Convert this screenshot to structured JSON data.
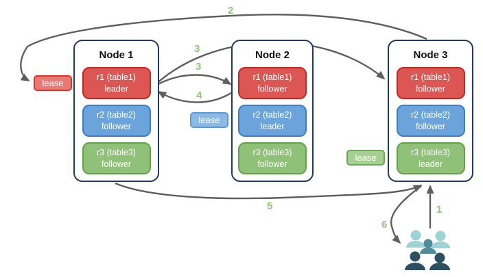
{
  "colors": {
    "red-fill": "#dc5753",
    "red-border": "#c02a23",
    "blue-fill": "#6aa4db",
    "blue-border": "#3d7cc9",
    "green-fill": "#90c178",
    "green-border": "#62a24b",
    "node-border": "#23395d",
    "arrow": "#5f5f5f",
    "number-label": "#93c47d",
    "lease-red-fill": "#e87a76",
    "lease-red-border": "#e0342a",
    "lease-blue-fill": "#8cbae5",
    "lease-blue-border": "#5b9bd5",
    "lease-green-fill": "#a7cf93",
    "lease-green-border": "#6aa84f",
    "users-light": "#9ed2d5",
    "users-mid": "#4d8d98",
    "users-dark": "#2d5060"
  },
  "nodes": [
    {
      "title": "Node 1",
      "replicas": [
        {
          "label": "r1 (table1)",
          "role": "leader"
        },
        {
          "label": "r2 (table2)",
          "role": "follower"
        },
        {
          "label": "r3 (table3)",
          "role": "follower"
        }
      ]
    },
    {
      "title": "Node 2",
      "replicas": [
        {
          "label": "r1 (table1)",
          "role": "follower"
        },
        {
          "label": "r2 (table2)",
          "role": "leader"
        },
        {
          "label": "r3 (table3)",
          "role": "follower"
        }
      ]
    },
    {
      "title": "Node 3",
      "replicas": [
        {
          "label": "r1 (table1)",
          "role": "follower"
        },
        {
          "label": "r2 (table2)",
          "role": "follower"
        },
        {
          "label": "r3 (table3)",
          "role": "leader"
        }
      ]
    }
  ],
  "leases": {
    "red": "lease",
    "blue": "lease",
    "green": "lease"
  },
  "arrow_labels": {
    "a1": "1",
    "a2": "2",
    "a3_upper": "3",
    "a3_lower": "3",
    "a4": "4",
    "a5": "5",
    "a6": "6"
  },
  "icons": {
    "users": "users-group-icon"
  }
}
